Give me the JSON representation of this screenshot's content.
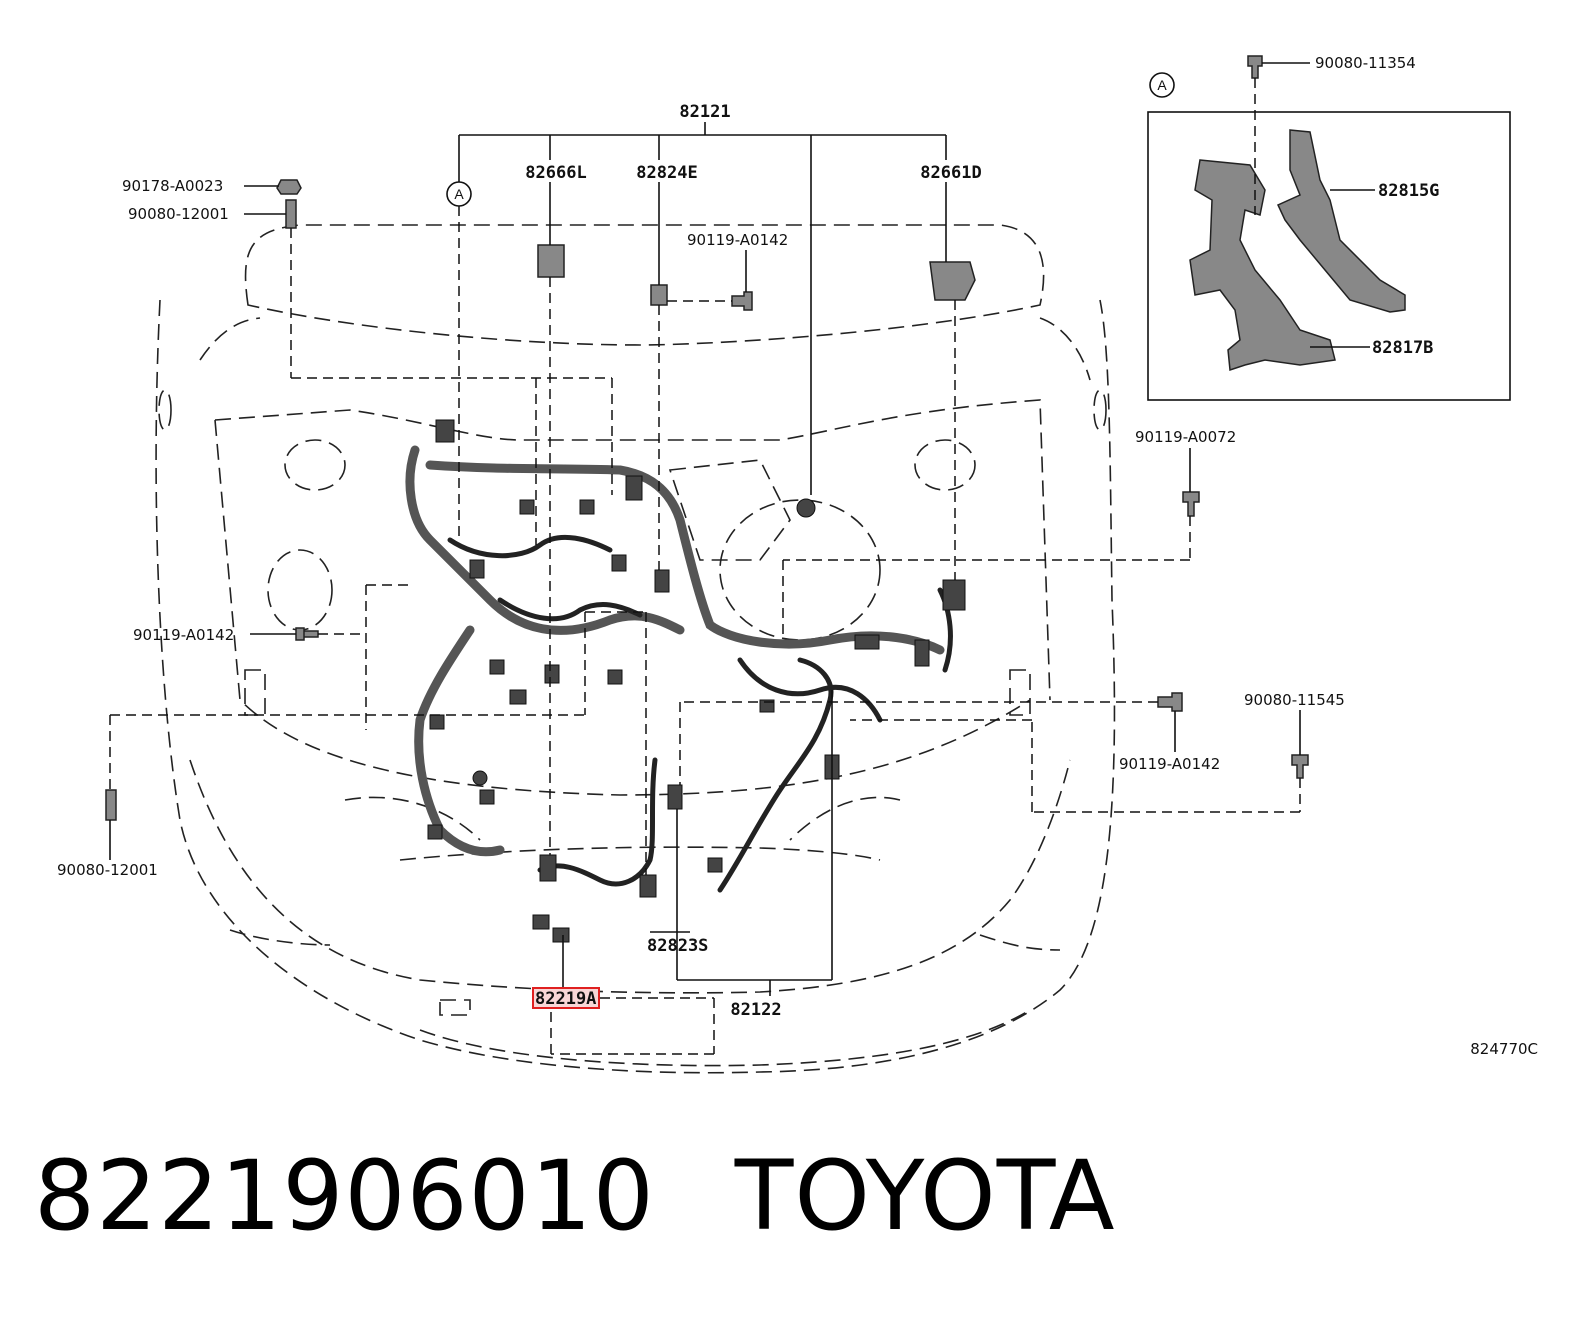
{
  "diagram": {
    "callouts": {
      "harness_main": "82121",
      "harness_front": "82122",
      "part_82666L": "82666L",
      "part_82824E": "82824E",
      "part_82661D": "82661D",
      "part_82815G": "82815G",
      "part_82817B": "82817B",
      "part_82823S": "82823S",
      "part_82219A": "82219A",
      "nut_90178_A0023": "90178-A0023",
      "stud_90080_12001_top": "90080-12001",
      "stud_90080_12001_left": "90080-12001",
      "bolt_90119_A0142_top": "90119-A0142",
      "bolt_90119_A0142_left": "90119-A0142",
      "bolt_90119_A0142_right": "90119-A0142",
      "bolt_90119_A0072": "90119-A0072",
      "bolt_90080_11354": "90080-11354",
      "bolt_90080_11545": "90080-11545",
      "ref_circle_main": "A",
      "ref_circle_detail": "A",
      "illustration_number": "824770C"
    },
    "highlight_color": "#e02020"
  },
  "footer": {
    "part_number": "8221906010",
    "brand": "TOYOTA"
  }
}
